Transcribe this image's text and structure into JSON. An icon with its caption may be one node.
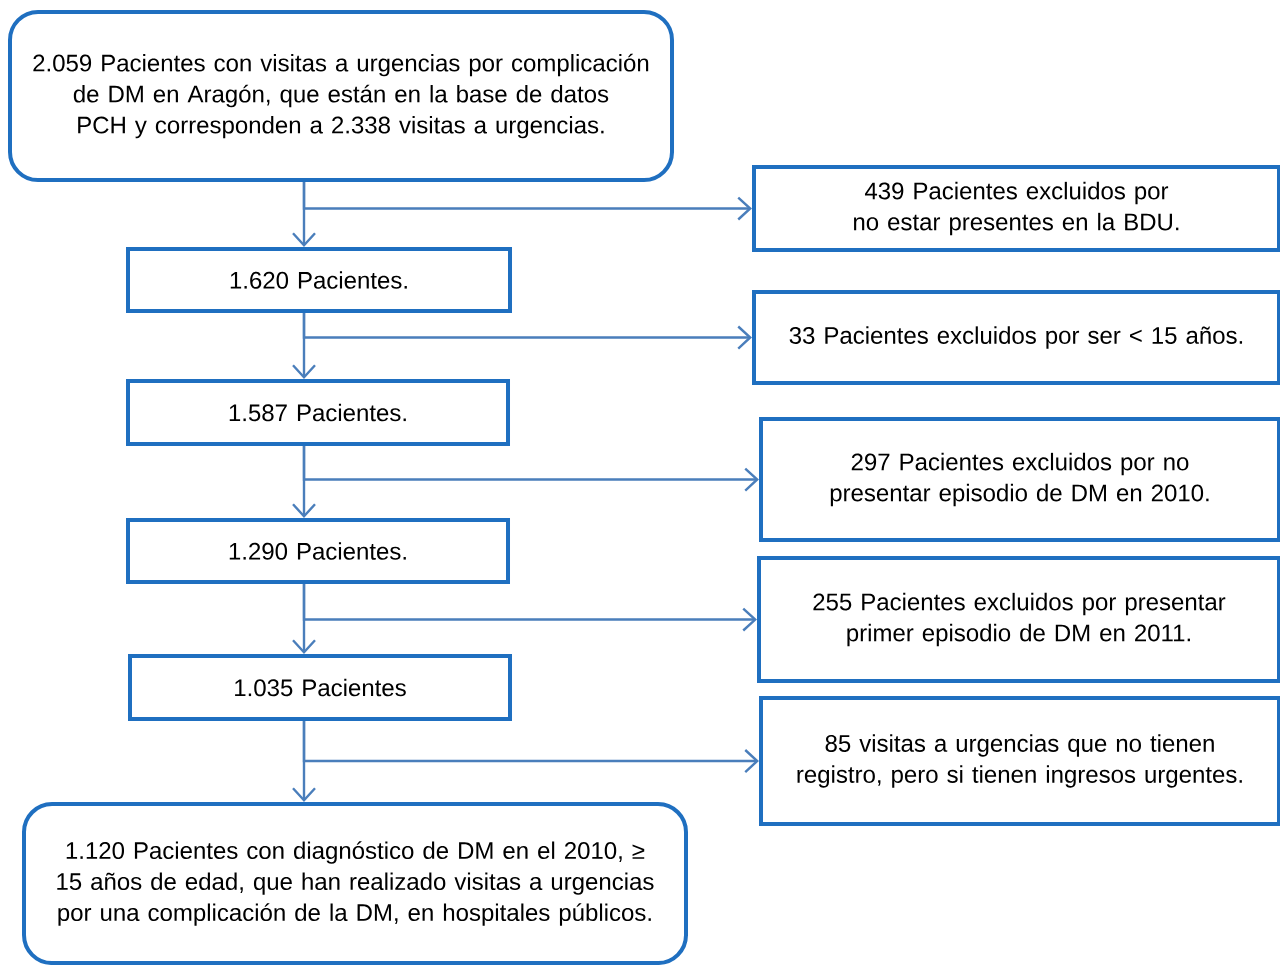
{
  "diagram": {
    "nodes": [
      {
        "text": [
          "2.059 Pacientes con visitas a urgencias por complicación de DM en Aragón, que están en la base de datos PCH y corresponden a 2.338 visitas a urgencias."
        ]
      },
      {
        "text": [
          "439 Pacientes excluidos por no estar presentes en la BDU."
        ]
      },
      {
        "text": [
          "1.620 Pacientes."
        ]
      },
      {
        "text": [
          "33 Pacientes excluidos por ser < 15 años."
        ]
      },
      {
        "text": [
          "1.587 Pacientes."
        ]
      },
      {
        "text": [
          "297 Pacientes excluidos por no presentar episodio de DM en 2010."
        ]
      },
      {
        "text": [
          "1.290 Pacientes."
        ]
      },
      {
        "text": [
          "255 Pacientes excluidos por presentar primer episodio de DM en 2011."
        ]
      },
      {
        "text": [
          "1.035 Pacientes"
        ]
      },
      {
        "text": [
          "85 visitas a urgencias que no tienen registro, pero si tienen ingresos urgentes."
        ]
      },
      {
        "text": [
          "1.120 Pacientes con diagnóstico de DM en el 2010, ≥ 15 años de edad, que han realizado visitas a urgencias por una complicación de la DM, en hospitales públicos."
        ]
      }
    ],
    "edges": [
      {
        "from": 0,
        "to": 1,
        "arrow": "to"
      },
      {
        "from": 0,
        "to": 2,
        "arrow": "to"
      },
      {
        "from": 2,
        "to": 3,
        "arrow": "to"
      },
      {
        "from": 2,
        "to": 4,
        "arrow": "to"
      },
      {
        "from": 4,
        "to": 5,
        "arrow": "to"
      },
      {
        "from": 4,
        "to": 6,
        "arrow": "to"
      },
      {
        "from": 6,
        "to": 7,
        "arrow": "to"
      },
      {
        "from": 6,
        "to": 8,
        "arrow": "to"
      },
      {
        "from": 8,
        "to": 9,
        "arrow": "to"
      },
      {
        "from": 8,
        "to": 10,
        "arrow": "to"
      }
    ]
  }
}
